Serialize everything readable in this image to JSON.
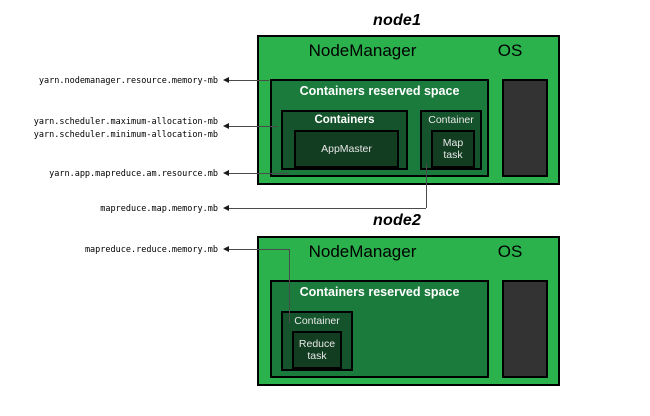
{
  "diagram": {
    "title_node1": "node1",
    "title_node2": "node2",
    "nodemanager_label": "NodeManager",
    "os_label": "OS",
    "reserved_space_label": "Containers reserved space",
    "containers_label": "Containers",
    "container_label": "Container",
    "appmaster_label": "AppMaster",
    "map_task_label": "Map\ntask",
    "reduce_task_label": "Reduce\ntask"
  },
  "config_labels": {
    "nodemanager_memory": "yarn.nodemanager.resource.memory-mb",
    "scheduler_max": "yarn.scheduler.maximum-allocation-mb",
    "scheduler_min": "yarn.scheduler.minimum-allocation-mb",
    "am_resource": "yarn.app.mapreduce.am.resource.mb",
    "map_memory": "mapreduce.map.memory.mb",
    "reduce_memory": "mapreduce.reduce.memory.mb"
  },
  "colors": {
    "node_green": "#2BB24C",
    "reserved_green": "#1B7B3C",
    "containers_green": "#14532B",
    "task_green": "#123D21",
    "os_dark": "#333333",
    "border": "#000000",
    "connector": "#4a4a4a"
  }
}
